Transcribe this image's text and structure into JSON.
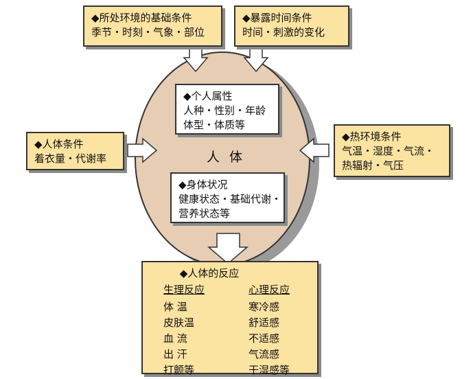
{
  "env_base": {
    "title": "◆所处环境的基础条件",
    "line1": "季节・时刻・气象・部位"
  },
  "exposure": {
    "title": "◆暴露时间条件",
    "line1": "时间・刺激的变化"
  },
  "personal": {
    "title": "◆个人属性",
    "line1": "人种・性别・年龄",
    "line2": "体型・体质等"
  },
  "body_cond": {
    "title": "◆人体条件",
    "line1": "着衣量・代谢率"
  },
  "thermal": {
    "title": "◆热环境条件",
    "line1": "气温・湿度・气流・",
    "line2": "热辐射・气压"
  },
  "center_label": "人体",
  "status": {
    "title": "◆身体状况",
    "line1": "健康状态・基础代谢・",
    "line2": "营养状态等"
  },
  "reaction": {
    "title": "◆人体的反应",
    "physio": {
      "header": "生理反应",
      "items": [
        "体 温",
        "皮肤温",
        "血 流",
        "出 汗",
        "打颤等"
      ]
    },
    "psycho": {
      "header": "心理反应",
      "items": [
        "寒冷感",
        "舒适感",
        "不适感",
        "气流感",
        "干湿感等"
      ]
    }
  },
  "colors": {
    "ellipse": "#e6cdb4",
    "box_fill": "#fbe3a2",
    "shadow": "#9a9a9a"
  }
}
